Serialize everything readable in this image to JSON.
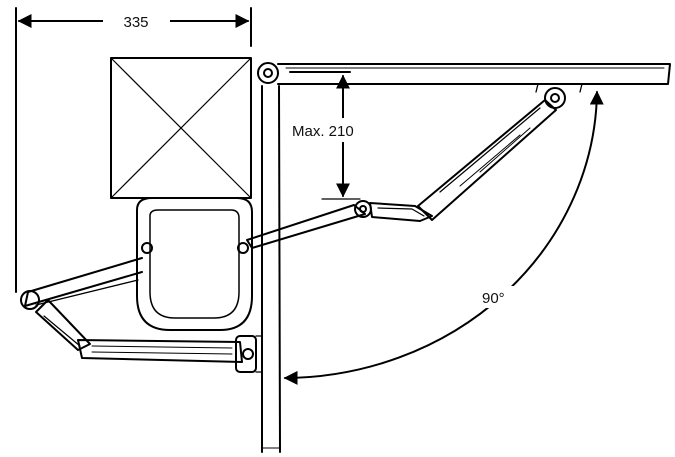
{
  "dimensions": {
    "width_label": "335",
    "max_label": "Max. 210",
    "angle_label": "90°"
  }
}
